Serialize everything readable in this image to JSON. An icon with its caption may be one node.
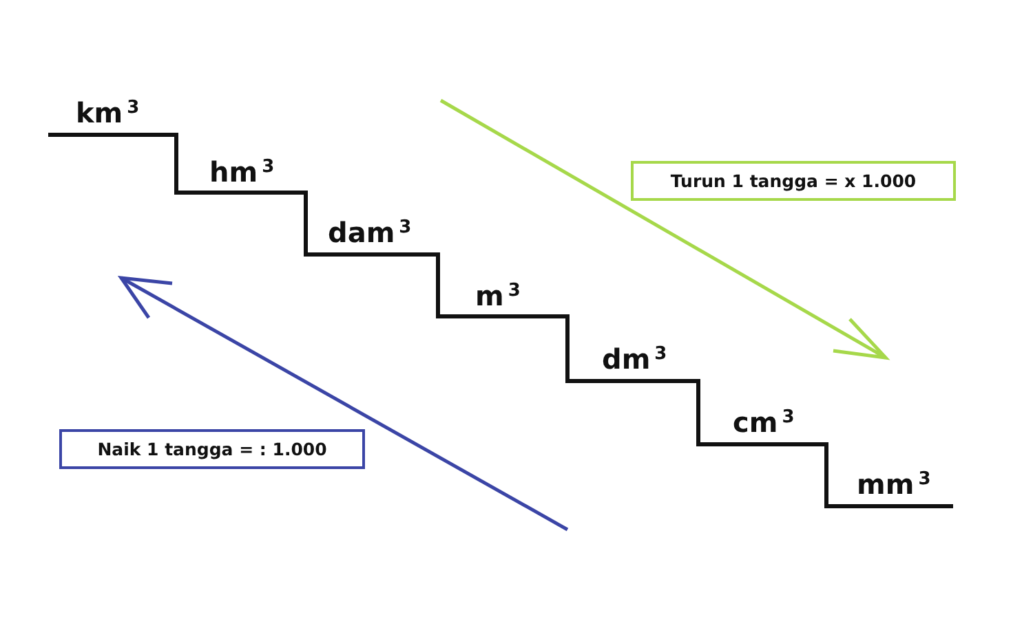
{
  "diagram": {
    "nodes": [
      {
        "text": [
          "Turun 1 tangga = x 1.000"
        ]
      },
      {
        "text": [
          "Naik 1 tangga = : 1.000"
        ]
      }
    ],
    "labels": [
      "km$^{3}$",
      "hm$^{3}$",
      "dam$^{3}$",
      "m$^{3}$",
      "dm$^{3}$",
      "cm$^{3}$",
      "mm$^{3}$"
    ]
  }
}
